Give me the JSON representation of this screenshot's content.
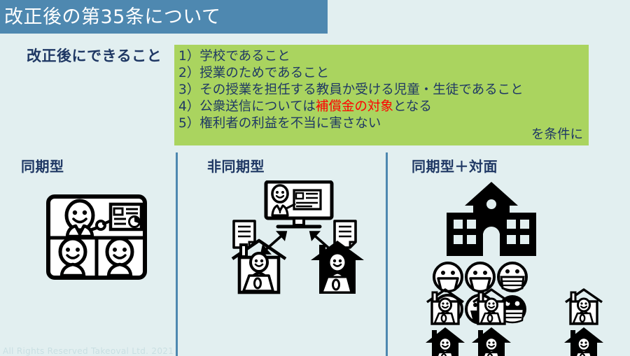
{
  "slide": {
    "title": "改正後の第35条について",
    "background_color": "#e2eff0",
    "banner_color": "#4e88b0",
    "accent_green": "#aad45f",
    "text_navy": "#1f3864",
    "highlight_red": "#ff0000"
  },
  "conditions": {
    "label": "改正後にできること",
    "items": [
      {
        "number": "1）",
        "text": "学校であること"
      },
      {
        "number": "2）",
        "text": "授業のためであること"
      },
      {
        "number": "3）",
        "text": "その授業を担任する教員か受ける児童・生徒であること"
      },
      {
        "number": "4）",
        "prefix": "公衆送信については",
        "highlight": "補償金の対象",
        "suffix": "となる"
      },
      {
        "number": "5）",
        "text": "権利者の利益を不当に害さない"
      }
    ],
    "footnote": "を条件に"
  },
  "columns": [
    {
      "heading": "同期型",
      "illustration": "video-conference-icon"
    },
    {
      "heading": "非同期型",
      "illustration": "on-demand-distribution-icon"
    },
    {
      "heading": "同期型＋対面",
      "illustration": "school-and-home-icon"
    }
  ],
  "footer": {
    "copyright": "All Rights Reserved Takeoval Ltd. 2021"
  }
}
